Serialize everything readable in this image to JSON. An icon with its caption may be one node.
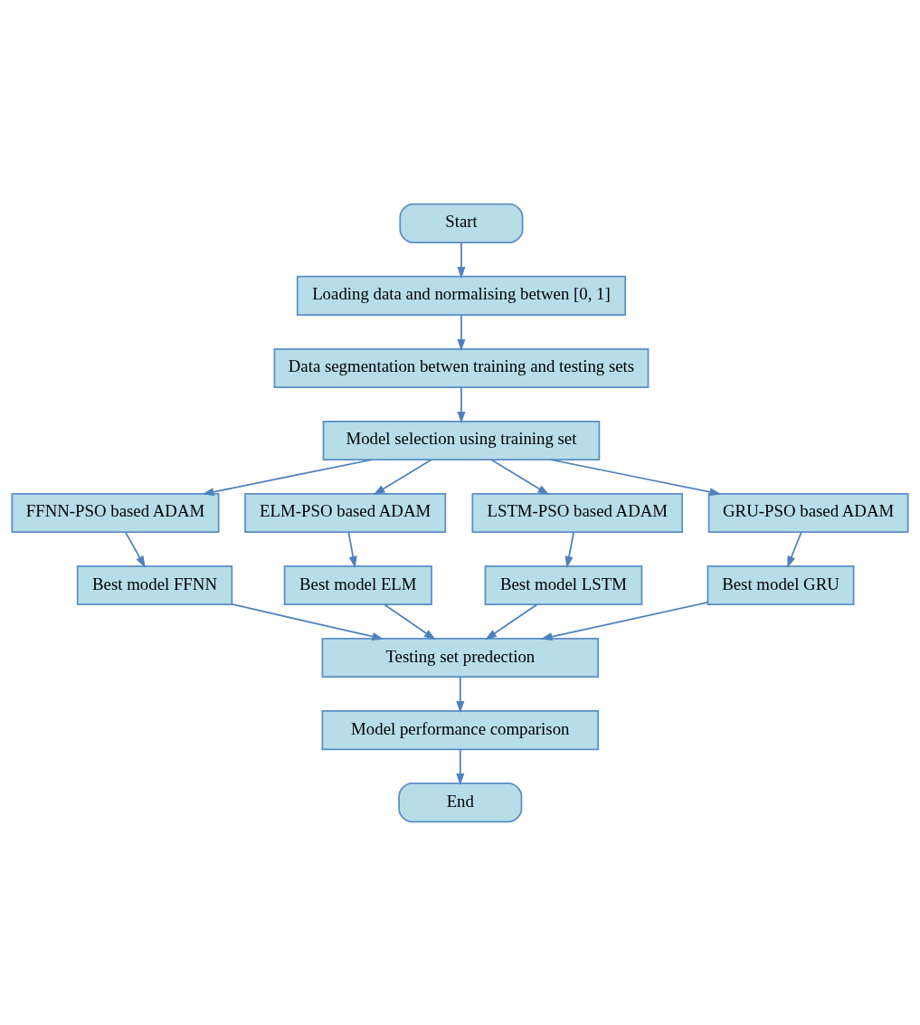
{
  "diagram": {
    "nodes": [
      {
        "text": [
          "Start"
        ]
      },
      {
        "text": [
          "Loading data and normalising betwen [0, 1]"
        ]
      },
      {
        "text": [
          "Data segmentation betwen training and testing sets"
        ]
      },
      {
        "text": [
          "Model selection using training set"
        ]
      },
      {
        "text": [
          "FFNN-PSO based ADAM"
        ]
      },
      {
        "text": [
          "ELM-PSO based ADAM"
        ]
      },
      {
        "text": [
          "LSTM-PSO based ADAM"
        ]
      },
      {
        "text": [
          "GRU-PSO based ADAM"
        ]
      },
      {
        "text": [
          "Best model FFNN"
        ]
      },
      {
        "text": [
          "Best model ELM"
        ]
      },
      {
        "text": [
          "Best model LSTM"
        ]
      },
      {
        "text": [
          "Best model GRU"
        ]
      },
      {
        "text": [
          "Testing set predection"
        ]
      },
      {
        "text": [
          "Model performance comparison"
        ]
      },
      {
        "text": [
          "End"
        ]
      }
    ],
    "edges": [
      {
        "from": 0,
        "to": 1,
        "arrow": "to"
      },
      {
        "from": 1,
        "to": 2,
        "arrow": "to"
      },
      {
        "from": 2,
        "to": 3,
        "arrow": "to"
      },
      {
        "from": 3,
        "to": 4,
        "arrow": "to"
      },
      {
        "from": 3,
        "to": 5,
        "arrow": "to"
      },
      {
        "from": 3,
        "to": 6,
        "arrow": "to"
      },
      {
        "from": 3,
        "to": 7,
        "arrow": "to"
      },
      {
        "from": 4,
        "to": 8,
        "arrow": "to"
      },
      {
        "from": 5,
        "to": 9,
        "arrow": "to"
      },
      {
        "from": 6,
        "to": 10,
        "arrow": "to"
      },
      {
        "from": 7,
        "to": 11,
        "arrow": "to"
      },
      {
        "from": 8,
        "to": 12,
        "arrow": "to"
      },
      {
        "from": 9,
        "to": 12,
        "arrow": "to"
      },
      {
        "from": 10,
        "to": 12,
        "arrow": "to"
      },
      {
        "from": 11,
        "to": 12,
        "arrow": "to"
      },
      {
        "from": 12,
        "to": 13,
        "arrow": "to"
      },
      {
        "from": 13,
        "to": 14,
        "arrow": "to"
      }
    ]
  }
}
